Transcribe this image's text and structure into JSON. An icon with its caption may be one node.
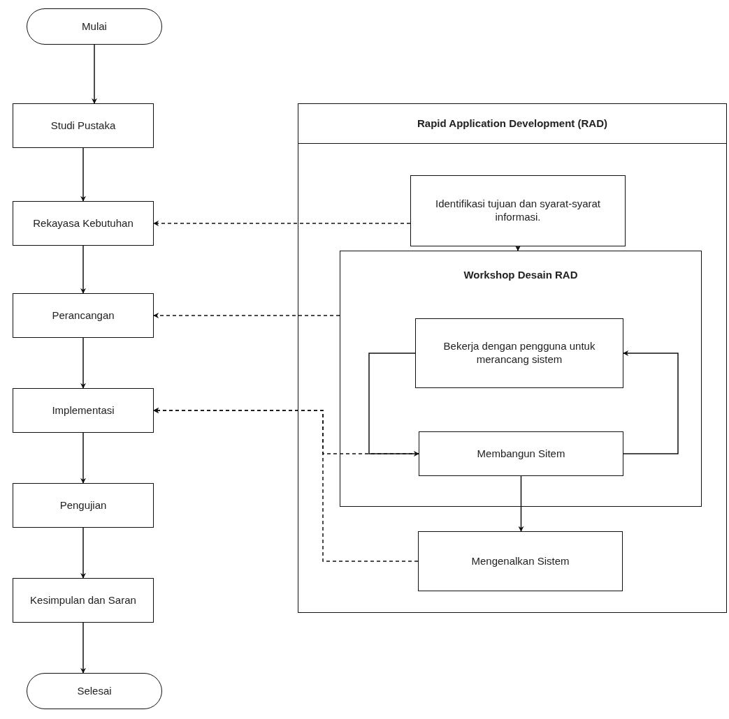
{
  "diagram": {
    "nodes": [
      {
        "text": [
          "Mulai"
        ]
      },
      {
        "text": [
          "Studi Pustaka"
        ]
      },
      {
        "text": [
          "Rekayasa Kebutuhan"
        ]
      },
      {
        "text": [
          "Perancangan"
        ]
      },
      {
        "text": [
          "Implementasi"
        ]
      },
      {
        "text": [
          "Pengujian"
        ]
      },
      {
        "text": [
          "Kesimpulan dan Saran"
        ]
      },
      {
        "text": [
          "Selesai"
        ]
      },
      {
        "text": [
          "Rapid Application Development (RAD)"
        ]
      },
      {
        "text": [
          "Identifikasi tujuan dan syarat-syarat informasi."
        ],
        "in": 8
      },
      {
        "text": [
          "Workshop Desain RAD"
        ],
        "in": 8
      },
      {
        "text": [
          "Bekerja dengan pengguna untuk merancang sistem"
        ],
        "in": 10
      },
      {
        "text": [
          "Membangun Sitem"
        ],
        "in": 10
      },
      {
        "text": [
          "Mengenalkan Sistem"
        ],
        "in": 8
      }
    ],
    "edges": [
      {
        "from": 0,
        "to": 1,
        "arrow": "to"
      },
      {
        "from": 1,
        "to": 2,
        "arrow": "to"
      },
      {
        "from": 2,
        "to": 3,
        "arrow": "to"
      },
      {
        "from": 3,
        "to": 4,
        "arrow": "to"
      },
      {
        "from": 4,
        "to": 5,
        "arrow": "to"
      },
      {
        "from": 5,
        "to": 6,
        "arrow": "to"
      },
      {
        "from": 6,
        "to": 7,
        "arrow": "to"
      },
      {
        "from": 9,
        "to": 2,
        "arrow": "to",
        "style": "dashed"
      },
      {
        "from": 10,
        "to": 3,
        "arrow": "to",
        "style": "dashed"
      },
      {
        "from": 12,
        "to": 4,
        "arrow": "to",
        "style": "dashed"
      },
      {
        "from": 13,
        "to": 4,
        "arrow": "to",
        "style": "dashed"
      },
      {
        "from": 9,
        "to": 10,
        "arrow": "to"
      },
      {
        "from": 11,
        "to": 12,
        "arrow": "to"
      },
      {
        "from": 12,
        "to": 11,
        "arrow": "to"
      },
      {
        "from": 12,
        "to": 13,
        "arrow": "to"
      }
    ]
  }
}
